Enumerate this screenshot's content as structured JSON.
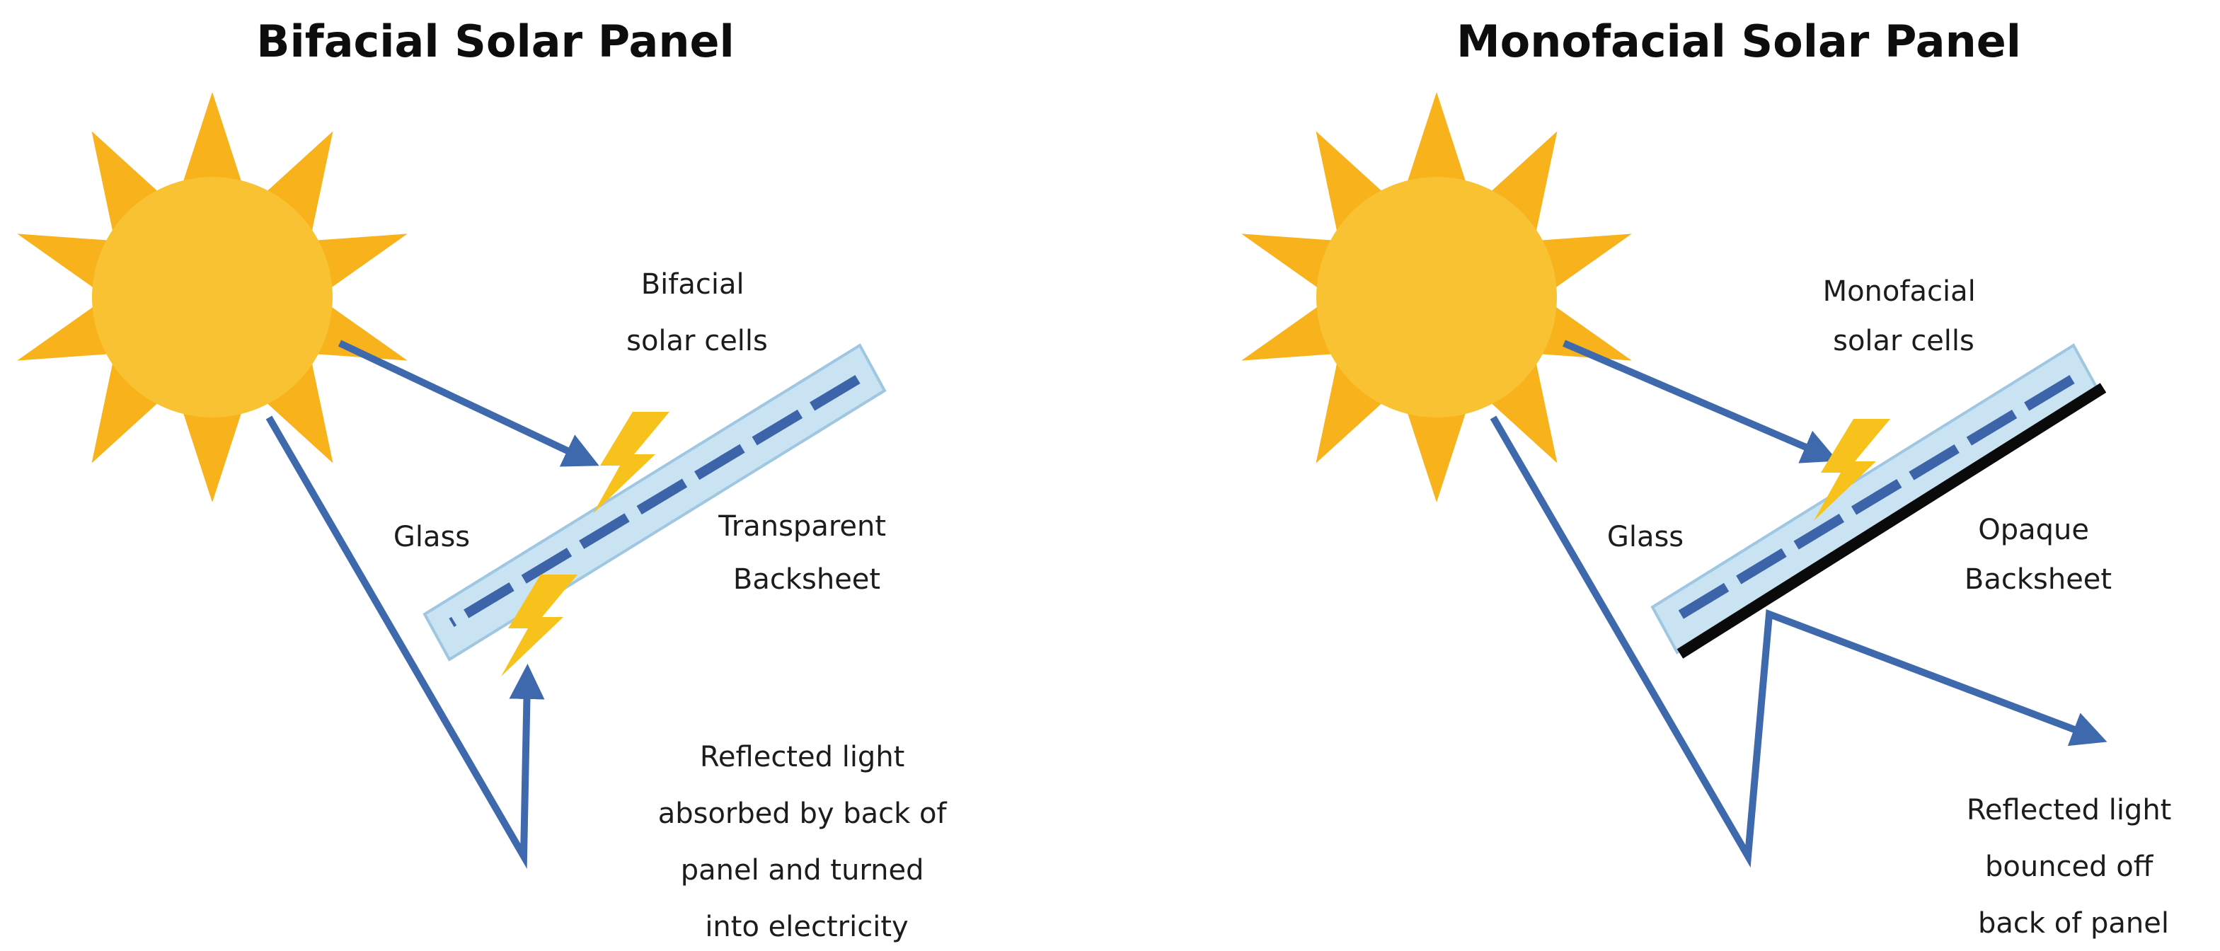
{
  "colors": {
    "sun_points": "#f7b21c",
    "sun_core": "#f9c232",
    "arrow": "#3f69ad",
    "glass": "#c9e3f3",
    "glass_edge": "#9fc7e2",
    "cell_dash": "#3d63a8",
    "bolt": "#f7c21c",
    "opaque_backsheet": "#0a0a0a"
  },
  "bifacial": {
    "title": "Bifacial Solar Panel",
    "cells_label_line1": "Bifacial",
    "cells_label_line2": "solar cells",
    "glass_label": "Glass",
    "backsheet_line1": "Transparent",
    "backsheet_line2": "Backsheet",
    "reflected_line1": "Reflected light",
    "reflected_line2": "absorbed by back of",
    "reflected_line3": "panel and turned",
    "reflected_line4": "into electricity"
  },
  "monofacial": {
    "title": "Monofacial Solar Panel",
    "cells_label_line1": "Monofacial",
    "cells_label_line2": "solar cells",
    "glass_label": "Glass",
    "backsheet_line1": "Opaque",
    "backsheet_line2": "Backsheet",
    "reflected_line1": "Reflected light",
    "reflected_line2": "bounced off",
    "reflected_line3": "back of panel"
  },
  "icons": {
    "sun": "sun-icon",
    "bolt": "lightning-bolt-icon",
    "arrow": "arrow-icon"
  }
}
